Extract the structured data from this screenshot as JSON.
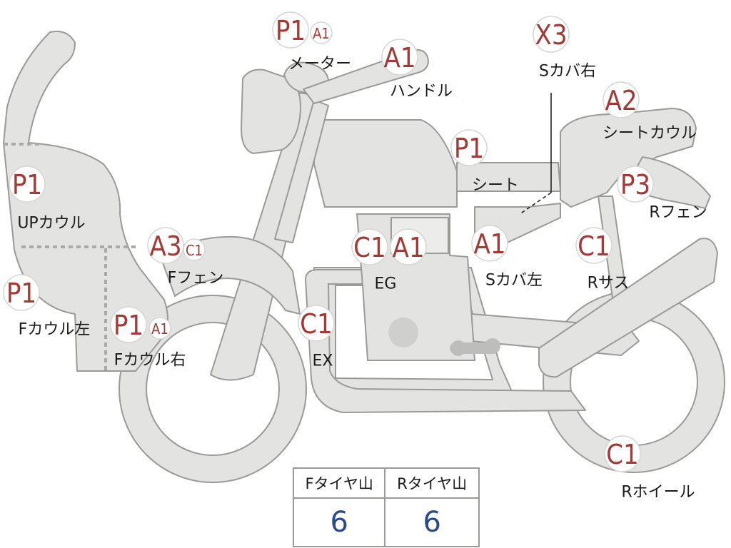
{
  "parts": [
    {
      "id": "up-cowl",
      "code": "P1",
      "label": "UPカウル"
    },
    {
      "id": "f-cowl-left",
      "code": "P1",
      "label": "Fカウル左"
    },
    {
      "id": "f-cowl-right",
      "code": "P1",
      "sub_code": "A1",
      "label": "Fカウル右"
    },
    {
      "id": "f-fender",
      "code": "A3",
      "sub_code": "C1",
      "label": "Fフェン"
    },
    {
      "id": "meter",
      "code": "P1",
      "sub_code": "A1",
      "label": "メーター"
    },
    {
      "id": "handle",
      "code": "A1",
      "label": "ハンドル"
    },
    {
      "id": "ex",
      "code": "C1",
      "label": "EX"
    },
    {
      "id": "eg",
      "code": "C1",
      "second_code": "A1",
      "label": "EG"
    },
    {
      "id": "seat",
      "code": "P1",
      "label": "シート"
    },
    {
      "id": "side-cover-left",
      "code": "A1",
      "label": "Sカバ左"
    },
    {
      "id": "side-cover-right",
      "code": "X3",
      "label": "Sカバ右"
    },
    {
      "id": "seat-cowl",
      "code": "A2",
      "label": "シートカウル"
    },
    {
      "id": "r-fender",
      "code": "P3",
      "label": "Rフェン"
    },
    {
      "id": "r-suspension",
      "code": "C1",
      "label": "Rサス"
    },
    {
      "id": "r-wheel",
      "code": "C1",
      "label": "Rホイール"
    }
  ],
  "tire_table": {
    "headers": [
      "Fタイヤ山",
      "Rタイヤ山"
    ],
    "values": [
      "6",
      "6"
    ]
  },
  "colors": {
    "code": "#a23a36",
    "tire_value": "#2a4a8c",
    "part_fill": "#e3e3e1",
    "part_stroke": "#9a9a98"
  }
}
